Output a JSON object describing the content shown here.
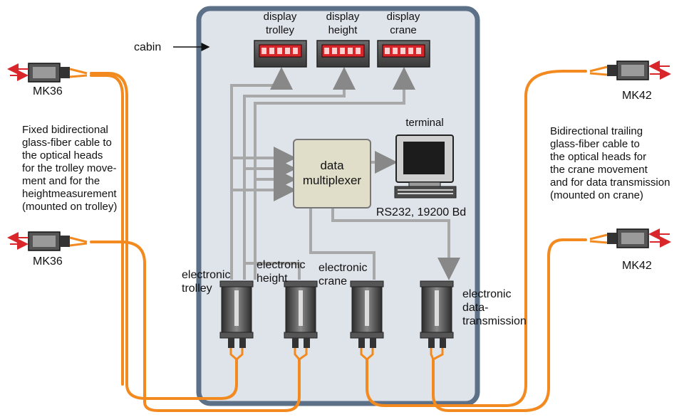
{
  "cabin": {
    "label": "cabin"
  },
  "displays": [
    {
      "line1": "display",
      "line2": "trolley"
    },
    {
      "line1": "display",
      "line2": "height"
    },
    {
      "line1": "display",
      "line2": "crane"
    }
  ],
  "multiplexer": {
    "line1": "data",
    "line2": "multiplexer"
  },
  "terminal": {
    "label": "terminal",
    "interface": "RS232, 19200 Bd"
  },
  "electronics": [
    {
      "lines": [
        "electronic",
        "trolley"
      ]
    },
    {
      "lines": [
        "electronic",
        "height"
      ]
    },
    {
      "lines": [
        "electronic",
        "crane"
      ]
    },
    {
      "lines": [
        "electronic",
        "data-",
        "transmission"
      ]
    }
  ],
  "heads": {
    "left_top": "MK36",
    "left_bottom": "MK36",
    "right_top": "MK42",
    "right_bottom": "MK42"
  },
  "notes": {
    "left": [
      "Fixed bidirectional",
      "glass-fiber cable to",
      "the optical heads",
      "for the trolley move-",
      "ment and for the",
      "heightmeasurement",
      "(mounted on trolley)"
    ],
    "right": [
      "Bidirectional trailing",
      "glass-fiber cable to",
      "the optical heads for",
      "the crane movement",
      "and for data transmission",
      "(mounted on crane)"
    ]
  },
  "colors": {
    "cabin_fill": "#dfe3ea",
    "cabin_border": "#5c7088",
    "cable": "#f28a1f",
    "bus": "#a8a8a8",
    "led": "#d8262b"
  }
}
